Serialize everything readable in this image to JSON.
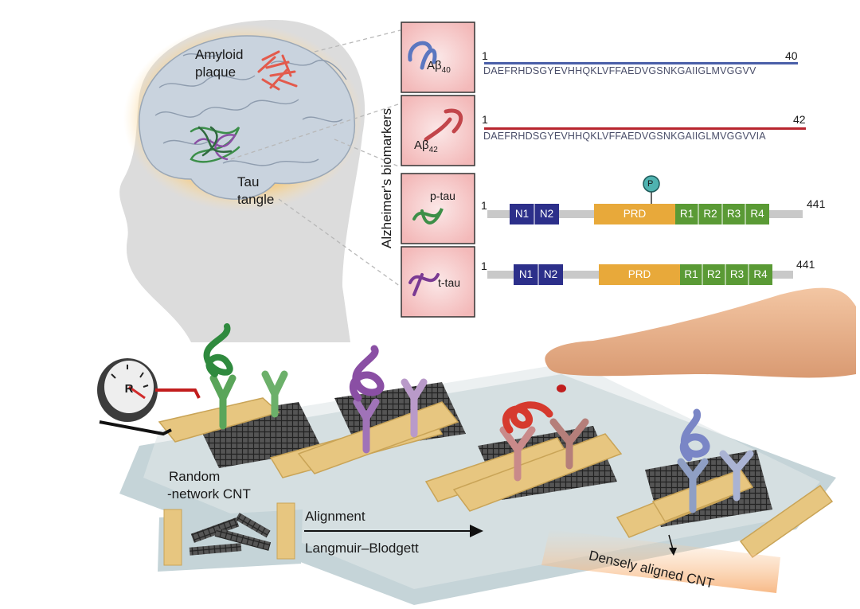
{
  "brain": {
    "amyloid_label": [
      "Amyloid",
      "plaque"
    ],
    "tau_label": [
      "Tau",
      "tangle"
    ]
  },
  "biomarkers": {
    "title": "Alzheimer's biomarkers",
    "panels": [
      {
        "name": "Aβ",
        "subscript": "40",
        "start": "1",
        "end": "40",
        "sequence": "DAEFRHDSGYEVHHQKLVFFAEDVGSNKGAIIGLMVGGVV",
        "line_color": "#4a5fa8"
      },
      {
        "name": "Aβ",
        "subscript": "42",
        "start": "1",
        "end": "42",
        "sequence": "DAEFRHDSGYEVHHQKLVFFAEDVGSNKGAIIGLMVGGVVIA",
        "line_color": "#b8262f"
      },
      {
        "name": "p-tau",
        "start": "1",
        "end": "441",
        "phospho": "P",
        "domains": [
          "N1",
          "N2",
          "PRD",
          "R1",
          "R2",
          "R3",
          "R4"
        ]
      },
      {
        "name": "t-tau",
        "start": "1",
        "end": "441",
        "domains": [
          "N1",
          "N2",
          "PRD",
          "R1",
          "R2",
          "R3",
          "R4"
        ]
      }
    ]
  },
  "device": {
    "meter_symbol": "R",
    "random_label": [
      "Random",
      "-network CNT"
    ],
    "arrow_top": "Alignment",
    "arrow_bottom": "Langmuir–Blodgett",
    "aligned_label": "Densely aligned CNT"
  },
  "colors": {
    "n_domain": "#2c2f8a",
    "prd": "#e8a93a",
    "repeat": "#5a9a35",
    "electrode": "#e7c680",
    "abeta40": "#7a86c6",
    "abeta42": "#d63a2e",
    "ptau": "#4f9a4a",
    "ttau": "#8e56a8"
  }
}
